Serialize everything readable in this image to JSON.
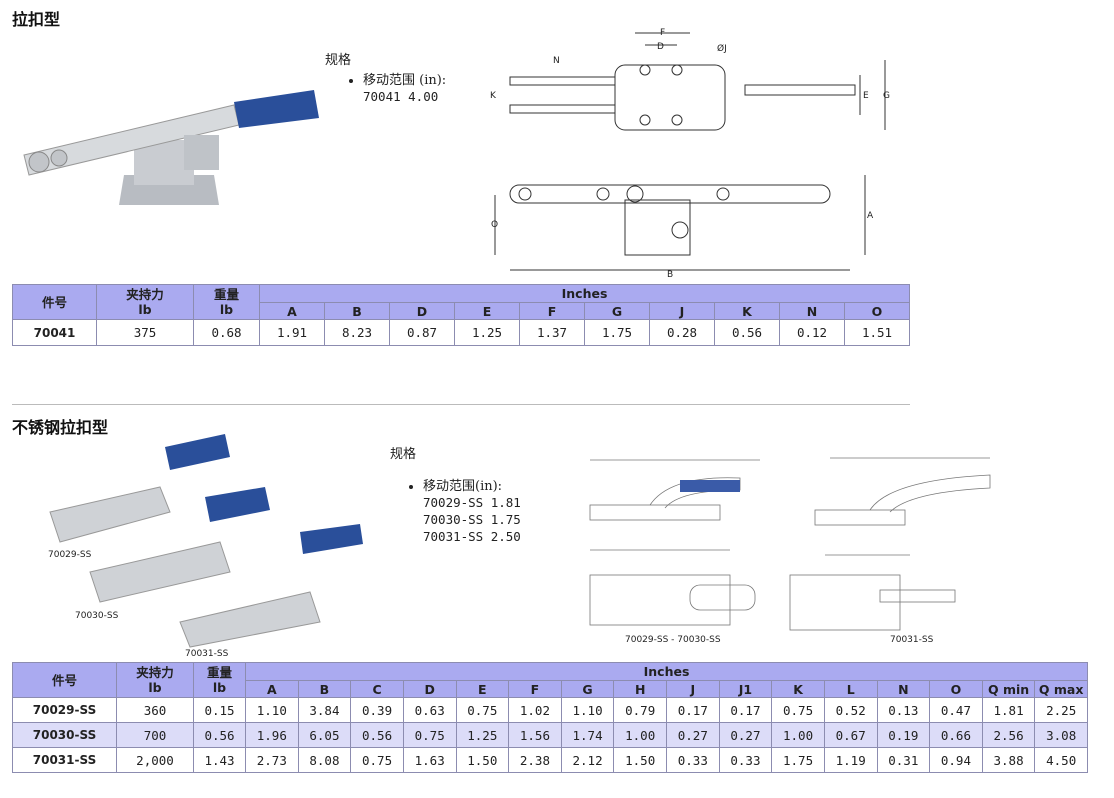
{
  "section1": {
    "title": "拉扣型",
    "spec_heading": "规格",
    "spec_item_label": "移动范围 (in):",
    "spec_values": [
      "70041 4.00"
    ],
    "table": {
      "group_header": "Inches",
      "headers": [
        "件号",
        "夹持力\nlb",
        "重量\nlb"
      ],
      "dims": [
        "A",
        "B",
        "D",
        "E",
        "F",
        "G",
        "J",
        "K",
        "N",
        "O"
      ],
      "rows": [
        [
          "70041",
          "375",
          "0.68",
          "1.91",
          "8.23",
          "0.87",
          "1.25",
          "1.37",
          "1.75",
          "0.28",
          "0.56",
          "0.12",
          "1.51"
        ]
      ]
    }
  },
  "section2": {
    "title": "不锈钢拉扣型",
    "spec_heading": "规格",
    "spec_item_label": "移动范围(in):",
    "spec_values": [
      "70029-SS 1.81",
      "70030-SS 1.75",
      "70031-SS 2.50"
    ],
    "image_labels": [
      "70029-SS",
      "70030-SS",
      "70031-SS"
    ],
    "drawing_caption_left": "70029-SS - 70030-SS",
    "drawing_caption_right": "70031-SS",
    "table": {
      "group_header": "Inches",
      "headers": [
        "件号",
        "夹持力\nlb",
        "重量\nlb"
      ],
      "dims": [
        "A",
        "B",
        "C",
        "D",
        "E",
        "F",
        "G",
        "H",
        "J",
        "J1",
        "K",
        "L",
        "N",
        "O",
        "Q min",
        "Q max"
      ],
      "rows": [
        [
          "70029-SS",
          "360",
          "0.15",
          "1.10",
          "3.84",
          "0.39",
          "0.63",
          "0.75",
          "1.02",
          "1.10",
          "0.79",
          "0.17",
          "0.17",
          "0.75",
          "0.52",
          "0.13",
          "0.47",
          "1.81",
          "2.25"
        ],
        [
          "70030-SS",
          "700",
          "0.56",
          "1.96",
          "6.05",
          "0.56",
          "0.75",
          "1.25",
          "1.56",
          "1.74",
          "1.00",
          "0.27",
          "0.27",
          "1.00",
          "0.67",
          "0.19",
          "0.66",
          "2.56",
          "3.08"
        ],
        [
          "70031-SS",
          "2,000",
          "1.43",
          "2.73",
          "8.08",
          "0.75",
          "1.63",
          "1.50",
          "2.38",
          "2.12",
          "1.50",
          "0.33",
          "0.33",
          "1.75",
          "1.19",
          "0.31",
          "0.94",
          "3.88",
          "4.50"
        ]
      ]
    }
  },
  "drawing1_labels": [
    "F",
    "D",
    "ØJ",
    "N",
    "K",
    "E",
    "G",
    "O",
    "A",
    "B"
  ],
  "colors": {
    "header_bg": "#aaaaf0",
    "alt_row": "#dcdcf8",
    "handle_blue": "#2a4f9a"
  }
}
